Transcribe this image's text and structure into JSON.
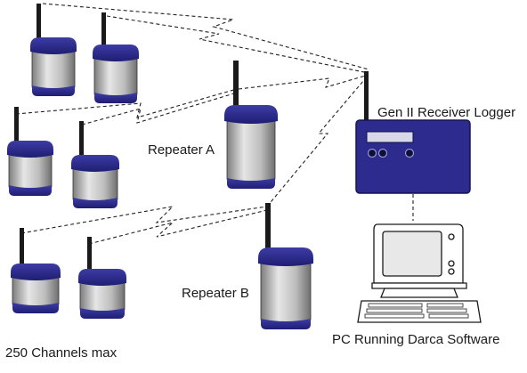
{
  "labels": {
    "receiver": "Gen II Receiver Logger",
    "repeater_a": "Repeater A",
    "repeater_b": "Repeater B",
    "pc": "PC Running Darca Software",
    "channels": "250 Channels max"
  },
  "colors": {
    "cap": "#2b2a8c",
    "cap_dark": "#1b1a66",
    "body_light": "#e2e2e2",
    "body_mid": "#a9a9a9",
    "body_dark": "#7a7a7a",
    "antenna": "#1a1a1a",
    "receiver_box": "#2d2c8e",
    "display": "#d8d8e8",
    "pc_body": "#ffffff",
    "link_line": "#222222"
  },
  "icons": {
    "transmitter": "wireless-transmitter-icon",
    "receiver": "receiver-logger-icon",
    "computer": "desktop-computer-icon"
  }
}
